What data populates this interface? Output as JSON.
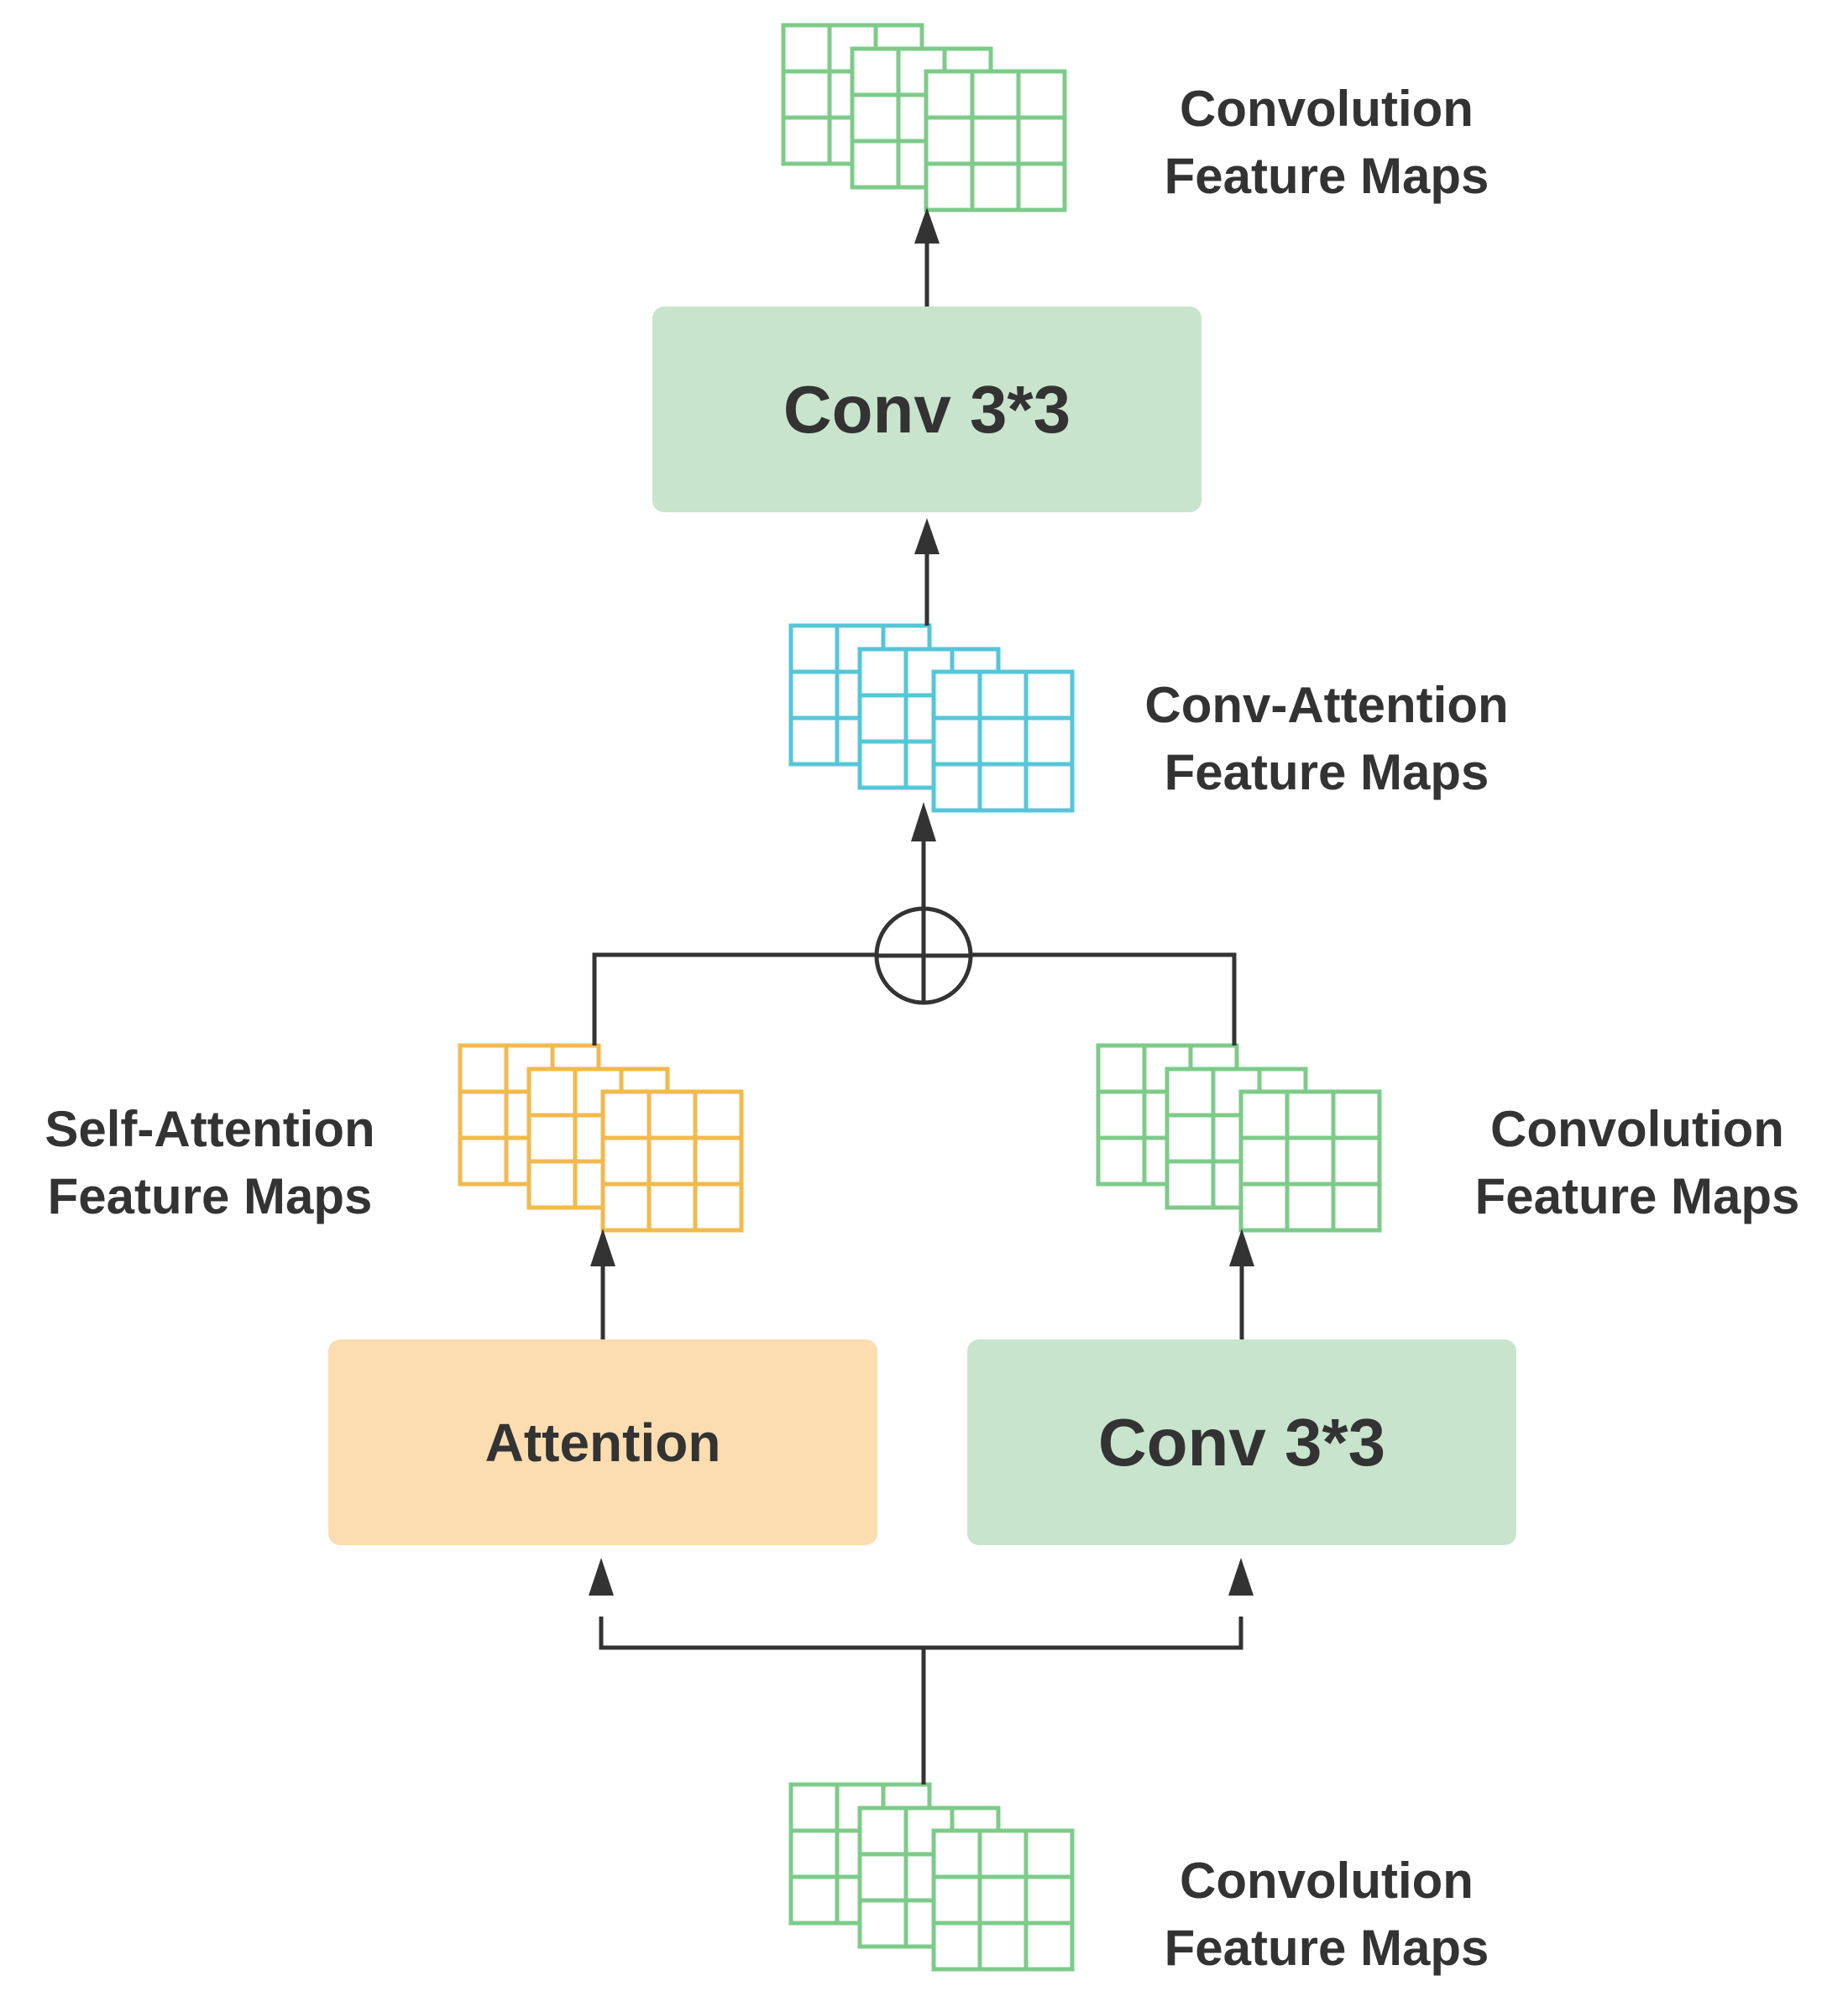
{
  "nodes": {
    "conv_top": {
      "label": "Conv 3*3"
    },
    "attention": {
      "label": "Attention"
    },
    "conv_right": {
      "label": "Conv 3*3"
    }
  },
  "labels": {
    "top_maps": {
      "line1": "Convolution",
      "line2": "Feature Maps"
    },
    "conv_attention_maps": {
      "line1": "Conv-Attention",
      "line2": "Feature Maps"
    },
    "self_attention_maps": {
      "line1": "Self-Attention",
      "line2": "Feature Maps"
    },
    "right_conv_maps": {
      "line1": "Convolution",
      "line2": "Feature Maps"
    },
    "bottom_maps": {
      "line1": "Convolution",
      "line2": "Feature Maps"
    }
  },
  "colors": {
    "green": "#7dcb89",
    "cyan": "#55c6d8",
    "orange": "#f2b94c",
    "line": "#333333"
  },
  "edges": [
    {
      "from": "input-maps",
      "to": "attention-box"
    },
    {
      "from": "input-maps",
      "to": "conv-box-right"
    },
    {
      "from": "attention-box",
      "to": "self-attention-maps"
    },
    {
      "from": "conv-box-right",
      "to": "right-conv-maps"
    },
    {
      "from": "self-attention-maps",
      "to": "sum-node"
    },
    {
      "from": "right-conv-maps",
      "to": "sum-node"
    },
    {
      "from": "sum-node",
      "to": "conv-attention-maps"
    },
    {
      "from": "conv-attention-maps",
      "to": "conv-box-top"
    },
    {
      "from": "conv-box-top",
      "to": "output-maps"
    }
  ]
}
